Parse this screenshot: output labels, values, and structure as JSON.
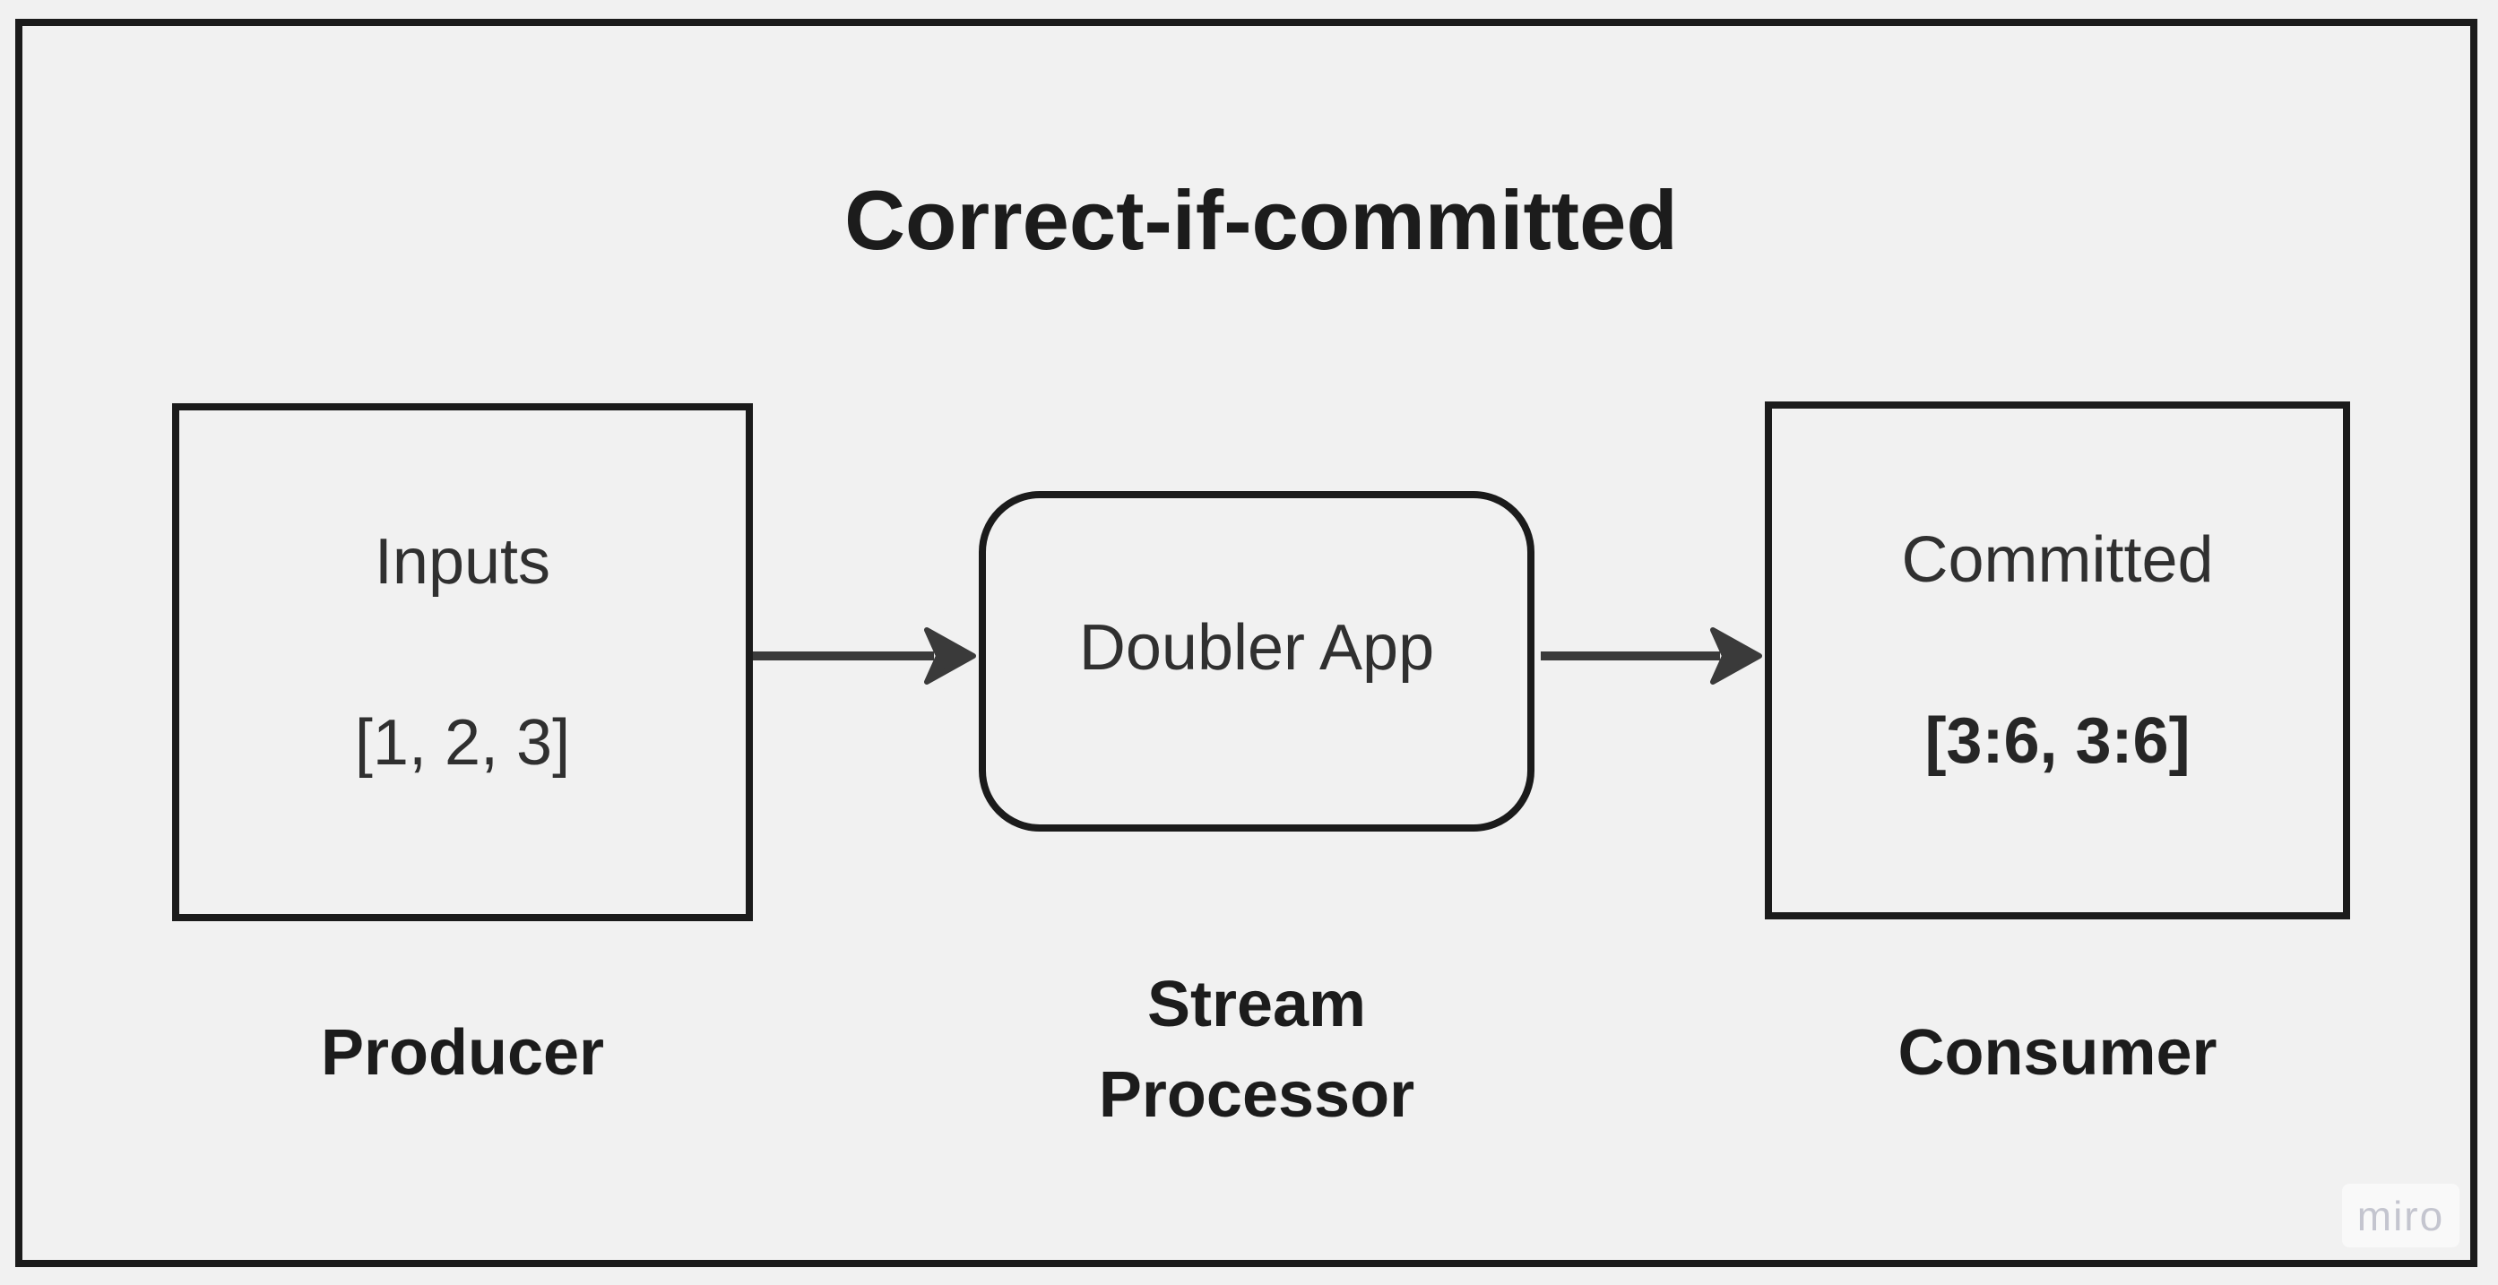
{
  "title": "Correct-if-committed",
  "producer": {
    "box_title": "Inputs",
    "box_value": "[1, 2, 3]",
    "role_label": "Producer"
  },
  "stream_processor": {
    "box_title": "Doubler App",
    "role_label_line1": "Stream",
    "role_label_line2": "Processor"
  },
  "consumer": {
    "box_title": "Committed",
    "box_value": "[3:6, 3:6]",
    "role_label": "Consumer"
  },
  "watermark": {
    "text": "miro"
  },
  "colors": {
    "background": "#f1f1f1",
    "stroke": "#1b1b1b",
    "arrow": "#3a3a3a",
    "heading_text": "#1c1c1c",
    "box_text": "#303030",
    "watermark_text": "#c4c5cf"
  }
}
